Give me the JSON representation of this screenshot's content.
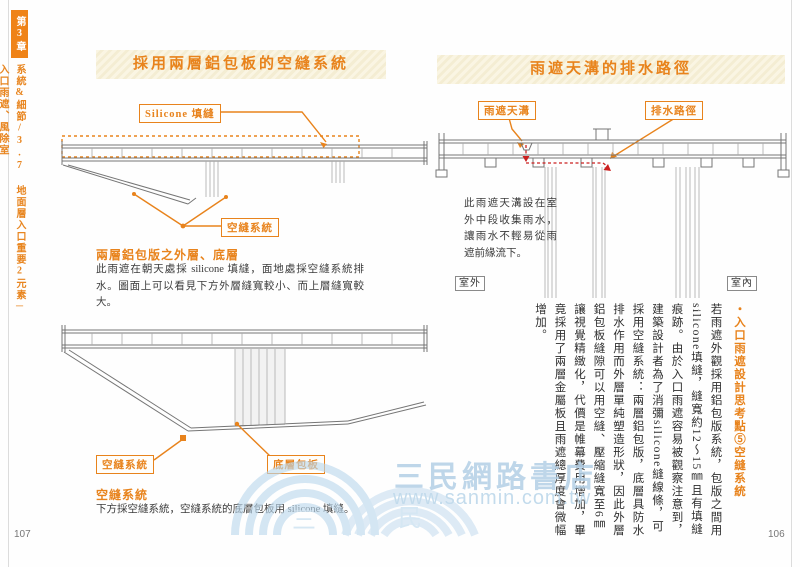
{
  "sidebar": {
    "chapter": "第3章",
    "section": "系統&細節/3.7 地面層入口重要2元素─入口雨遮、風除室"
  },
  "left_page": {
    "title": "採用兩層鋁包板的空縫系統",
    "labels": {
      "silicone_seam": "Silicone 填縫",
      "airgap_system": "空縫系統",
      "bottom_panel": "底層包板"
    },
    "section1": {
      "heading": "兩層鋁包版之外層、底層",
      "body": "此雨遮在朝天處採 silicone 填縫，面地處採空縫系統排水。圖面上可以看見下方外層縫寬較小、而上層縫寬較大。"
    },
    "section2": {
      "heading": "空縫系統",
      "body": "下方採空縫系統，空縫系統的底層包板用 silicone 填縫。"
    },
    "page_number": "107"
  },
  "right_page": {
    "title": "雨遮天溝的排水路徑",
    "labels": {
      "gutter": "雨遮天溝",
      "drain_path": "排水路徑",
      "outdoor": "室外",
      "indoor": "室內"
    },
    "note": "此雨遮天溝設在室外中段收集雨水，讓雨水不輕易從雨遮前緣流下。",
    "vertical_text": {
      "heading": "・入口雨遮設計思考點⑤空縫系統",
      "body": "若雨遮外觀採用鋁包版系統，包版之間用silicone填縫，縫寬約12～15㎜且有填縫痕跡。由於入口雨遮容易被觀察注意到，建築設計者為了消彌silicone縫線條，可採用空縫系統：兩層鋁包版，底層具防水排水作用而外層單純塑造形狀，因此外層鋁包板縫隙可以用空縫、壓縮縫寬至6㎜讓視覺精緻化，代價是帷幕費用增加，畢竟採用了兩層金屬板且雨遮總厚度會微幅增加。"
    },
    "page_number": "106"
  },
  "watermark": {
    "name": "三民網路書店",
    "url": "www.sanmin.com.tw",
    "logo_char_1": "三",
    "logo_char_2": "民"
  },
  "colors": {
    "accent_orange": "#e8831c",
    "chapter_box": "#ef8318",
    "band_background": "#faf5e3",
    "drain_red": "#cc2020",
    "watermark_blue": "#b3d0e6"
  }
}
